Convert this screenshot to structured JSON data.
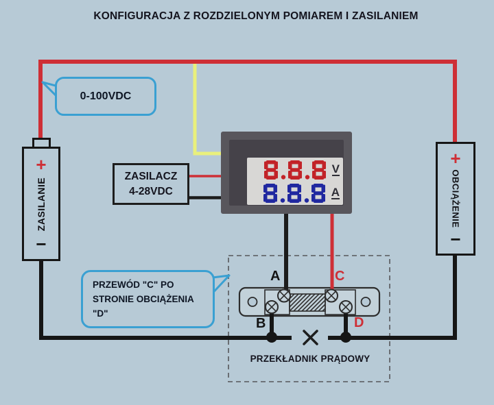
{
  "title": "KONFIGURACJA Z ROZDZIELONYM POMIAREM I ZASILANIEM",
  "callouts": {
    "voltage_range": "0-100VDC",
    "wire_note_lines": [
      "PRZEWÓD \"C\" PO",
      "STRONIE OBCIĄŻENIA",
      "\"D\""
    ]
  },
  "power_supply_box": {
    "line1": "ZASILACZ",
    "line2": "4-28VDC"
  },
  "battery": {
    "label": "ZASILANIE",
    "plus": "+",
    "minus": "−"
  },
  "load": {
    "label": "OBCIĄŻENIE",
    "plus": "+",
    "minus": "−"
  },
  "meter": {
    "volt_display": "8.8.8",
    "amp_display": "8.8.8",
    "volt_unit": "V",
    "amp_unit": "A",
    "volt_color": "#c22328",
    "amp_color": "#2028a0"
  },
  "shunt": {
    "label": "PRZEKŁADNIK PRĄDOWY",
    "terminals": {
      "a": "A",
      "b": "B",
      "c": "C",
      "d": "D"
    }
  },
  "colors": {
    "background": "#b7cad6",
    "wire_positive": "#ce2f36",
    "wire_negative": "#1c1c1c",
    "wire_sense": "#e9f07c",
    "bubble_border": "#3aa0d2",
    "digit_volt": "#c22328",
    "digit_amp": "#2028a0"
  }
}
